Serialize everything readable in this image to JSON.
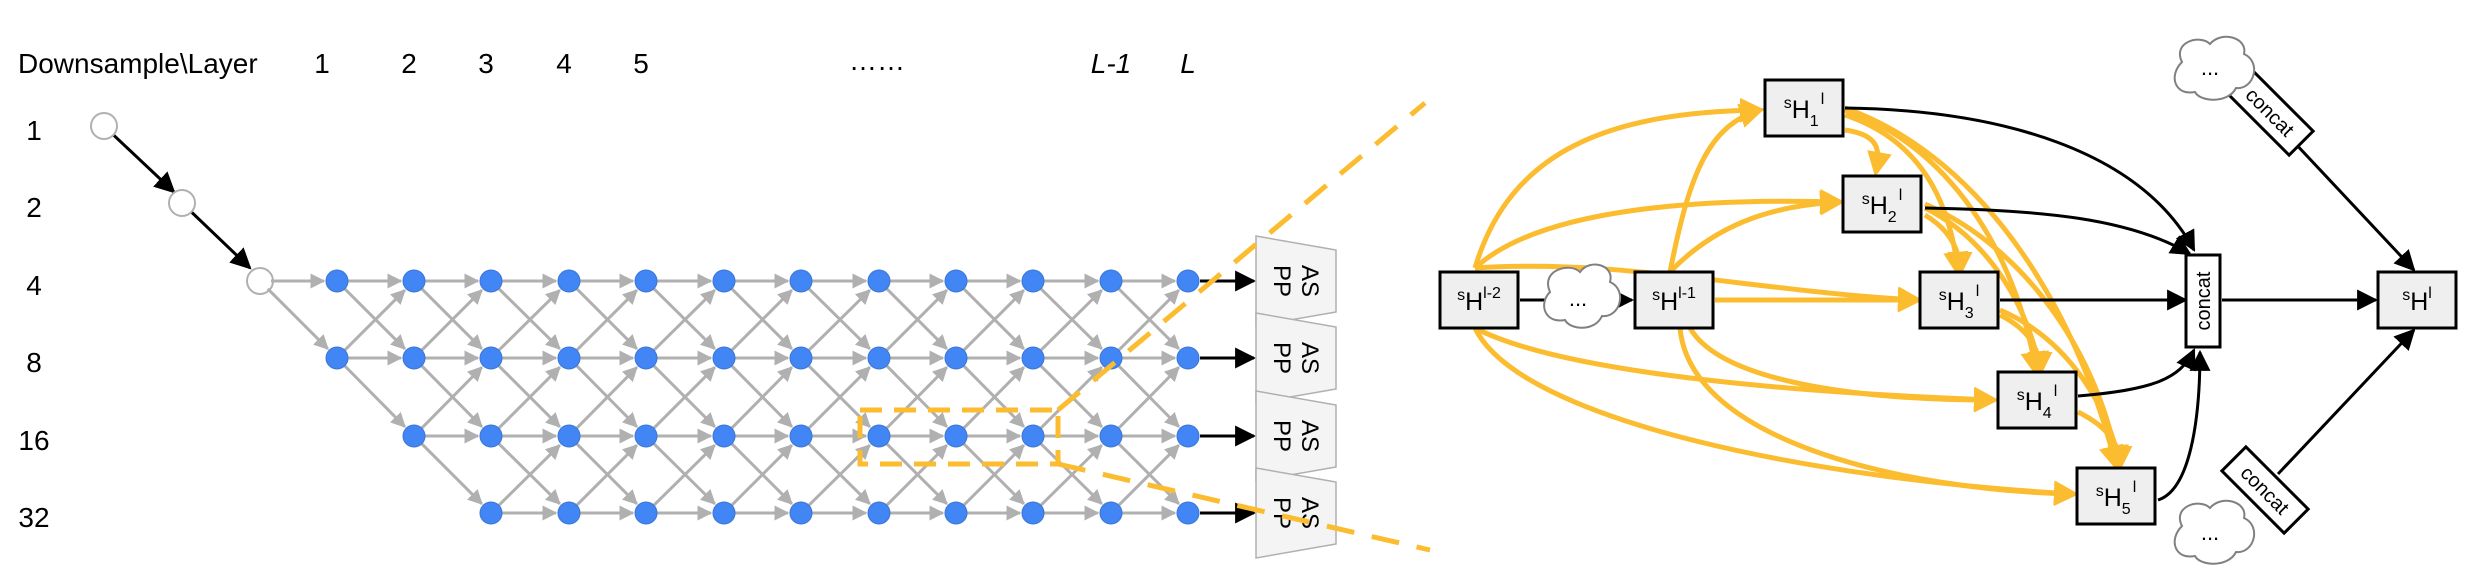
{
  "header": {
    "corner": "Downsample\\Layer",
    "layers": [
      "1",
      "2",
      "3",
      "4",
      "5"
    ],
    "ellipsis": "……",
    "layer_lm1": "L-1",
    "layer_l": "L"
  },
  "downsample_rates": [
    "1",
    "2",
    "4",
    "8",
    "16",
    "32"
  ],
  "aspp": {
    "line1": "AS",
    "line2": "PP"
  },
  "cell": {
    "nodes": {
      "prev2": {
        "main": "H",
        "sup_pre": "s",
        "sup": "l-2",
        "sub": ""
      },
      "prev1": {
        "main": "H",
        "sup_pre": "s",
        "sup": "l-1",
        "sub": ""
      },
      "h1": {
        "main": "H",
        "sup_pre": "s",
        "sup": "l",
        "sub": "1"
      },
      "h2": {
        "main": "H",
        "sup_pre": "s",
        "sup": "l",
        "sub": "2"
      },
      "h3": {
        "main": "H",
        "sup_pre": "s",
        "sup": "l",
        "sub": "3"
      },
      "h4": {
        "main": "H",
        "sup_pre": "s",
        "sup": "l",
        "sub": "4"
      },
      "h5": {
        "main": "H",
        "sup_pre": "s",
        "sup": "l",
        "sub": "5"
      },
      "out": {
        "main": "H",
        "sup_pre": "s",
        "sup": "l",
        "sub": ""
      }
    },
    "concat_label": "concat",
    "cloud_label": "..."
  },
  "colors": {
    "node_blue": "#4285f4",
    "edge_gray": "#b0b0b0",
    "highlight_orange": "#fbbc2f",
    "box_fill": "#efefef"
  }
}
